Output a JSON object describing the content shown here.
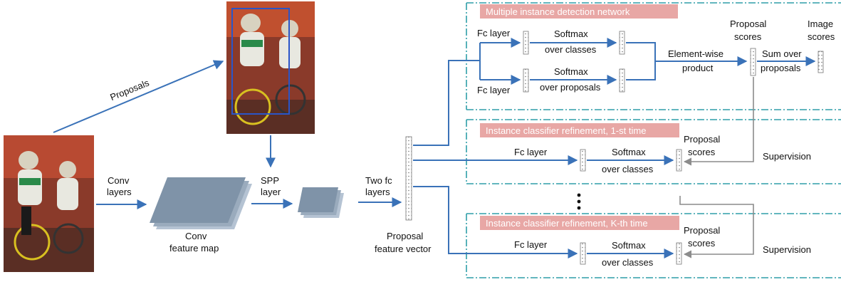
{
  "labels": {
    "proposals": "Proposals",
    "conv_layers_1": "Conv",
    "conv_layers_2": "layers",
    "conv_map_1": "Conv",
    "conv_map_2": "feature map",
    "spp_1": "SPP",
    "spp_2": "layer",
    "two_fc_1": "Two fc",
    "two_fc_2": "layers",
    "prop_feat_1": "Proposal",
    "prop_feat_2": "feature vector",
    "midn_title": "Multiple instance detection network",
    "fc_layer_top": "Fc layer",
    "fc_layer_bottom": "Fc layer",
    "softmax_1": "Softmax",
    "over_classes_1": "over classes",
    "softmax_2": "Softmax",
    "over_proposals": "over proposals",
    "elementwise_1": "Element-wise",
    "elementwise_2": "product",
    "proposal_scores_1": "Proposal",
    "proposal_scores_2": "scores",
    "sum_over_1": "Sum over",
    "sum_over_2": "proposals",
    "image_scores_1": "Image",
    "image_scores_2": "scores",
    "refine1_title": "Instance classifier refinement, 1-st time",
    "refine1_fc": "Fc layer",
    "refine1_softmax": "Softmax",
    "refine1_over": "over classes",
    "refine1_ps_1": "Proposal",
    "refine1_ps_2": "scores",
    "supervision_1": "Supervision",
    "refineK_title": "Instance classifier refinement, K-th time",
    "refineK_fc": "Fc layer",
    "refineK_softmax": "Softmax",
    "refineK_over": "over classes",
    "refineK_ps_1": "Proposal",
    "refineK_ps_2": "scores",
    "supervision_2": "Supervision"
  },
  "colors": {
    "arrow": "#3a72b8",
    "gray_arrow": "#8c8c8c",
    "dash_border": "#2f9ea8",
    "title_bg": "#e8a7a5",
    "feature_map": "#7f93a8",
    "feature_map_shadow": "#b5c3d3"
  }
}
